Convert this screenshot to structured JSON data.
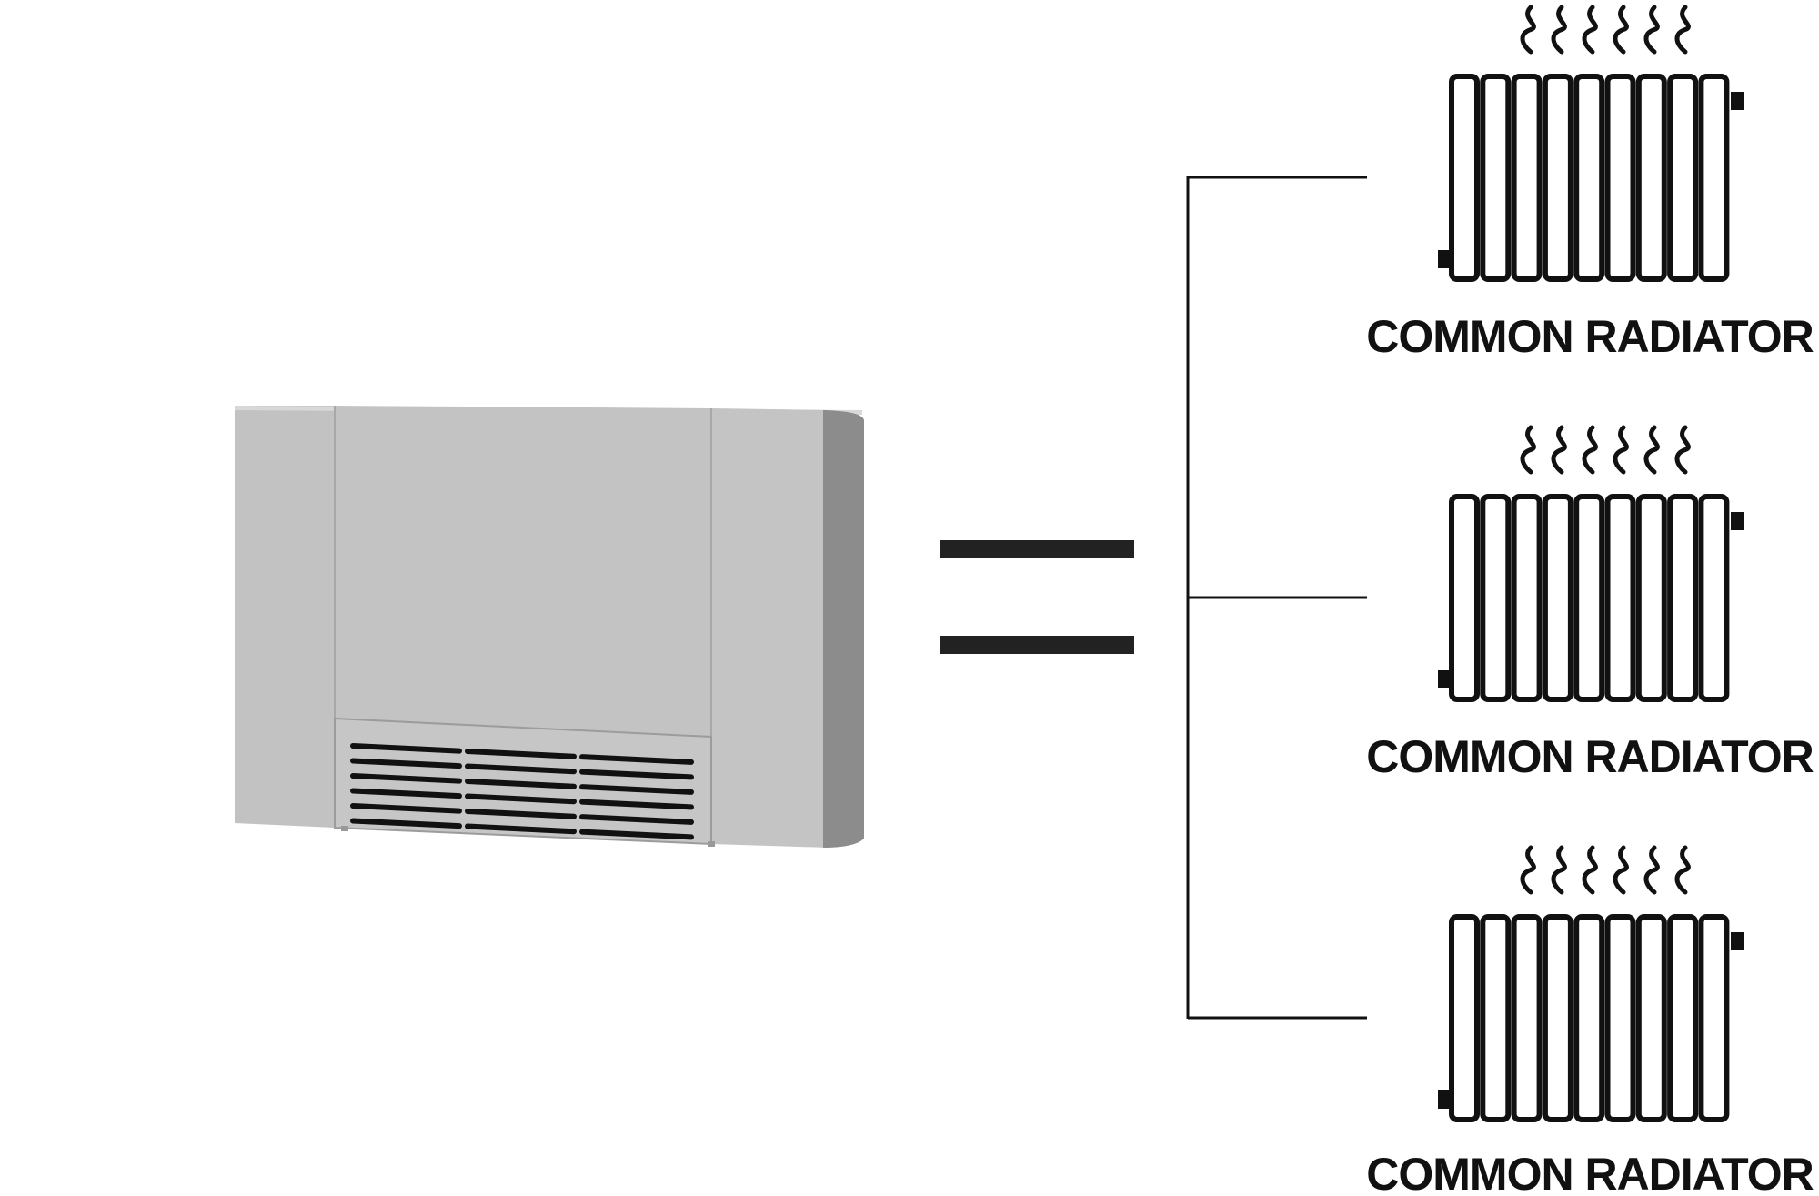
{
  "diagram": {
    "left_item": {
      "icon": "fan-convector-unit",
      "colors": {
        "body": "#c0c0c0",
        "side_shade": "#8a8a8a",
        "top_edge": "#d6d6d6",
        "grille_slots": "#111111"
      }
    },
    "equals_icon": "equals-sign",
    "connector_icon": "branch-bracket",
    "radiators": [
      {
        "label": "COMMON RADIATOR",
        "icon": "radiator-icon"
      },
      {
        "label": "COMMON RADIATOR",
        "icon": "radiator-icon"
      },
      {
        "label": "COMMON RADIATOR",
        "icon": "radiator-icon"
      }
    ],
    "line_color": "#111111"
  }
}
